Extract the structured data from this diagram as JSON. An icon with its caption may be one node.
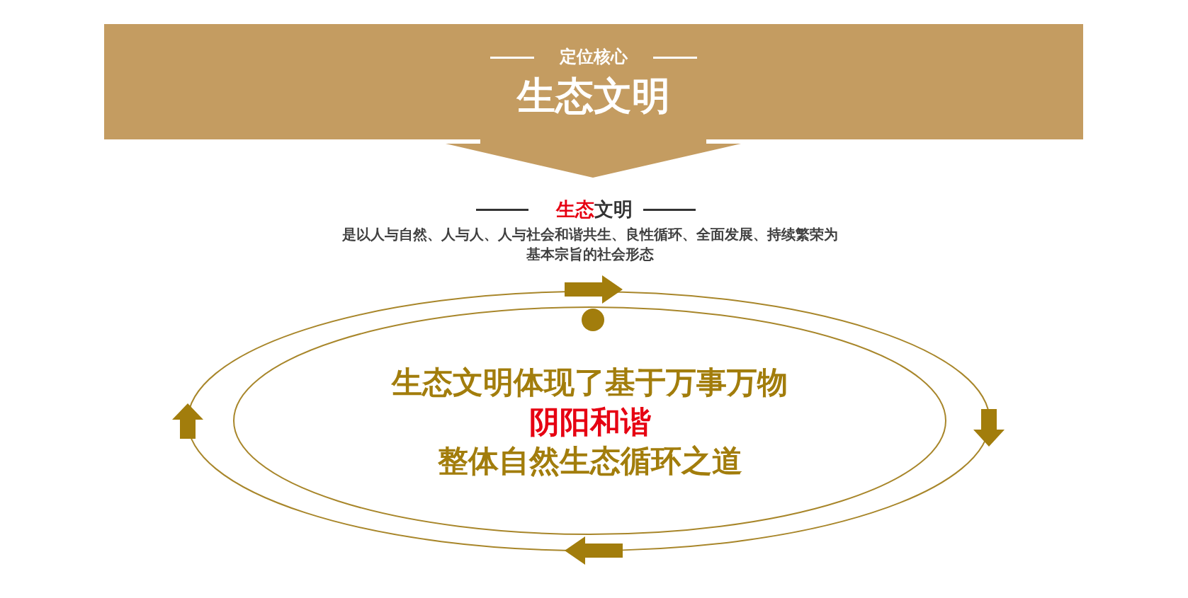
{
  "diagram": {
    "nodes": [
      {
        "text": [
          "定位核心",
          "生态文明"
        ]
      },
      {
        "text": [
          "生态文明体现了基于万事万物",
          "阴阳和谐",
          "整体自然生态循环之道"
        ]
      }
    ],
    "labels": [
      "生态",
      "文明",
      "是以人与自然、人与人、人与社会和谐共生、良性循环、全面发展、持续繁荣为基本宗旨的社会形态"
    ]
  }
}
